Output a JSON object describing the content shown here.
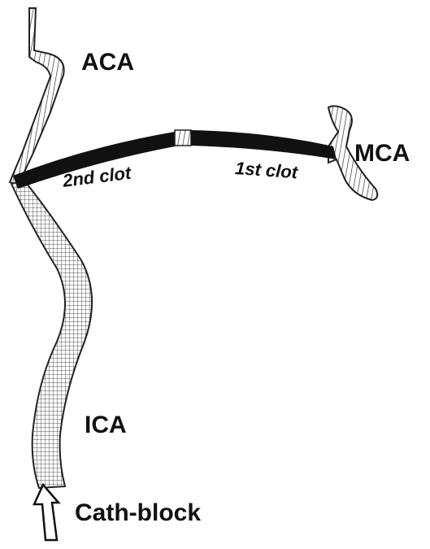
{
  "labels": {
    "aca": "ACA",
    "mca": "MCA",
    "ica": "ICA",
    "cath_block": "Cath-block",
    "clot_2": "2nd clot",
    "clot_1": "1st clot"
  },
  "colors": {
    "clot": "#111111",
    "outline": "#222222",
    "background": "#ffffff"
  }
}
